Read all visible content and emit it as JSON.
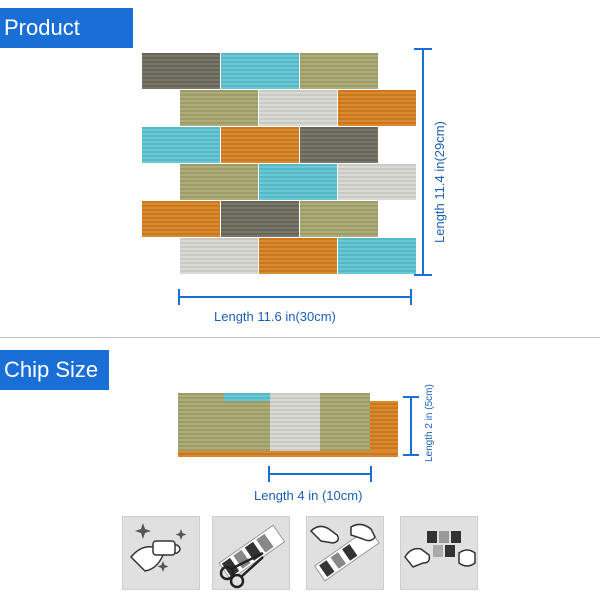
{
  "sections": {
    "product_title": "Product Size",
    "chip_title": "Chip Size"
  },
  "product": {
    "height_label": "Length  11.4 in(29cm)",
    "width_label": "Length  11.6 in(30cm)"
  },
  "chip": {
    "height_label": "Length  2 in (5cm)",
    "width_label": "Length  4 in (10cm)"
  },
  "colors": {
    "accent": "#1a6fd6",
    "tile_orange": "#d6801f",
    "tile_teal": "#5cc3d2",
    "tile_green": "#a7a66e",
    "tile_gray": "#d7d7d1",
    "tile_dark": "#6e6a5e"
  },
  "steps": [
    {
      "icon": "clean-surface-icon"
    },
    {
      "icon": "cut-scissors-icon"
    },
    {
      "icon": "peel-backing-icon"
    },
    {
      "icon": "press-to-wall-icon"
    }
  ]
}
